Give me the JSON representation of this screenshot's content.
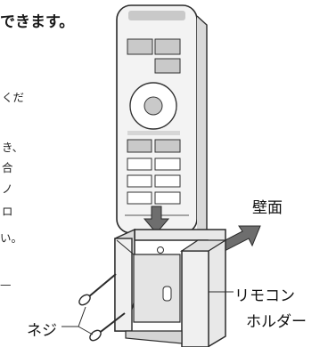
{
  "document": {
    "title_fragment": "できます。",
    "text_fragments": [
      "くだ",
      "き、",
      "合",
      "ノ",
      "ロ",
      "い。"
    ],
    "dash_fragment": "—"
  },
  "illustration": {
    "labels": {
      "wall": "壁面",
      "holder_line1": "リモコン",
      "holder_line2": "ホルダー",
      "screws": "ネジ"
    }
  },
  "colors": {
    "outline": "#2b2b2b",
    "remote_body": "#f3f3f3",
    "gray_button": "#c9c9c9",
    "holder_fill": "#e8e8e8",
    "arrow_fill": "#6e6e6e"
  }
}
